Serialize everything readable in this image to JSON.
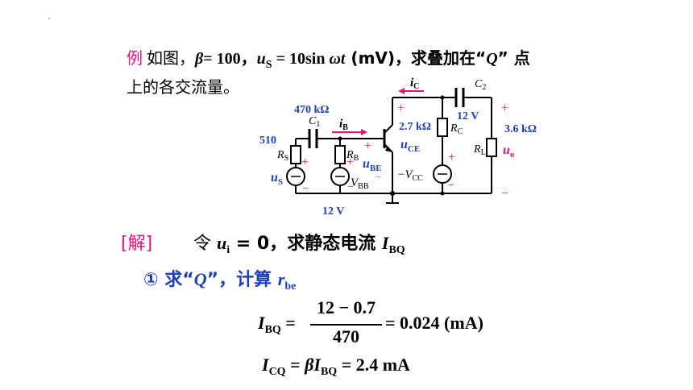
{
  "problem": {
    "example_label": "例",
    "line1_a": "如图，",
    "beta_eq": "= 100，",
    "us_label": "u",
    "us_sub": "S",
    "us_eq": " = 10sin ",
    "omega_t": "ωt",
    "unit_part": " (mV)，求叠加在“",
    "q": "Q",
    "line1_end": "” 点",
    "line2": "上的各交流量。"
  },
  "circuit": {
    "r470": "470 kΩ",
    "r510": "510",
    "rs": "R",
    "rs_sub": "S",
    "us": "u",
    "us_sub": "S",
    "c1": "C",
    "c1_sub": "1",
    "rb": "R",
    "rb_sub": "B",
    "ib": "i",
    "ib_sub": "B",
    "vbb": "V",
    "vbb_sub": "BB",
    "v12_bottom": "12 V",
    "ic": "i",
    "ic_sub": "C",
    "r27": "2.7 kΩ",
    "rc": "R",
    "rc_sub": "C",
    "uce": "u",
    "uce_sub": "CE",
    "ube": "u",
    "ube_sub": "BE",
    "vcc": "V",
    "vcc_sub": "CC",
    "c2": "C",
    "c2_sub": "2",
    "v12_top": "12 V",
    "r36": "3.6 kΩ",
    "rl": "R",
    "rl_sub": "L",
    "uo": "u",
    "uo_sub": "o",
    "plus": "+",
    "minus": "−"
  },
  "solution": {
    "jie": "[解]",
    "ling_prefix": "令 ",
    "ui": "u",
    "ui_sub": "i",
    "ling_mid": " = 0，求静态电流 ",
    "ibq": "I",
    "ibq_sub": "BQ",
    "step1_a": "① 求“",
    "step1_q": "Q",
    "step1_b": "”，计算 ",
    "rbe": "r",
    "rbe_sub": "be",
    "eq1_lhs": "I",
    "eq1_lhs_sub": "BQ",
    "eq1_eq": " =",
    "eq1_num": "12 − 0.7",
    "eq1_den": "470",
    "eq1_rhs": "= 0.024 (mA)",
    "eq2_lhs": "I",
    "eq2_lhs_sub": "CQ",
    "eq2_mid": " = ",
    "eq2_beta": "β",
    "eq2_i": "I",
    "eq2_i_sub": "BQ",
    "eq2_rhs": " = 2.4 mA"
  }
}
